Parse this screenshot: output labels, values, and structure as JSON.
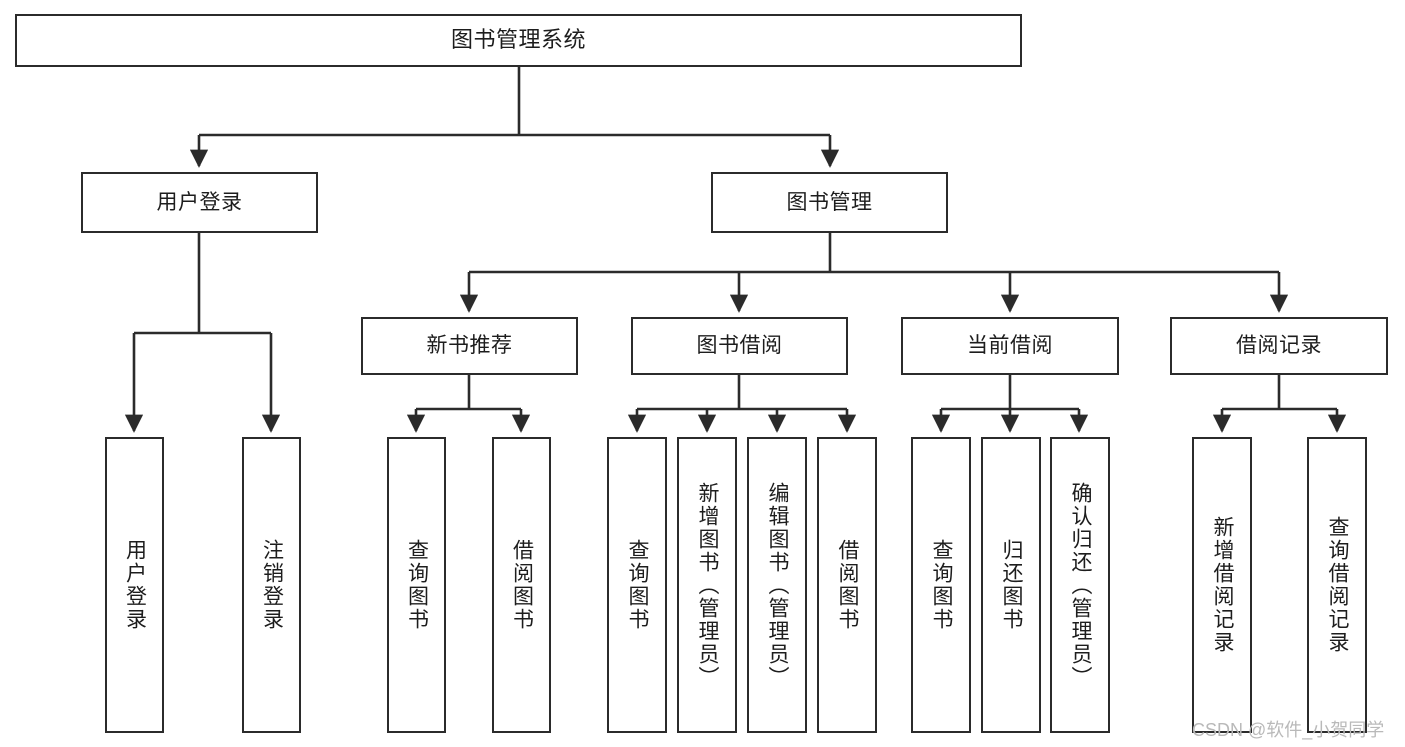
{
  "diagram": {
    "type": "tree",
    "title": "图书管理系统",
    "colors": {
      "node_border": "#2b2b2b",
      "node_fill": "#ffffff",
      "edge": "#2b2b2b",
      "text": "#1d1d1d",
      "watermark": "#b9b9b9",
      "background": "#ffffff"
    },
    "nodes": {
      "root": {
        "label": "图书管理系统"
      },
      "level2": [
        {
          "id": "user_login",
          "label": "用户登录"
        },
        {
          "id": "book_mgmt",
          "label": "图书管理"
        }
      ],
      "level3": [
        {
          "id": "new_book_rec",
          "label": "新书推荐"
        },
        {
          "id": "book_borrow",
          "label": "图书借阅"
        },
        {
          "id": "current_borrow",
          "label": "当前借阅"
        },
        {
          "id": "borrow_record",
          "label": "借阅记录"
        }
      ],
      "leaves": {
        "user_login": [
          {
            "id": "leaf_user_login",
            "label": "用户登录"
          },
          {
            "id": "leaf_logout",
            "label": "注销登录"
          }
        ],
        "new_book_rec": [
          {
            "id": "leaf_query_book_1",
            "label": "查询图书"
          },
          {
            "id": "leaf_borrow_book_1",
            "label": "借阅图书"
          }
        ],
        "book_borrow": [
          {
            "id": "leaf_query_book_2",
            "label": "查询图书"
          },
          {
            "id": "leaf_add_book",
            "label": "新增图书（管理员）"
          },
          {
            "id": "leaf_edit_book",
            "label": "编辑图书（管理员）"
          },
          {
            "id": "leaf_borrow_book_2",
            "label": "借阅图书"
          }
        ],
        "current_borrow": [
          {
            "id": "leaf_query_book_3",
            "label": "查询图书"
          },
          {
            "id": "leaf_return_book",
            "label": "归还图书"
          },
          {
            "id": "leaf_confirm_return",
            "label": "确认归还（管理员）"
          }
        ],
        "borrow_record": [
          {
            "id": "leaf_add_record",
            "label": "新增借阅记录"
          },
          {
            "id": "leaf_query_record",
            "label": "查询借阅记录"
          }
        ]
      }
    },
    "edges": [
      {
        "from": "图书管理系统",
        "to": "用户登录"
      },
      {
        "from": "图书管理系统",
        "to": "图书管理"
      },
      {
        "from": "用户登录",
        "to": "用户登录"
      },
      {
        "from": "用户登录",
        "to": "注销登录"
      },
      {
        "from": "图书管理",
        "to": "新书推荐"
      },
      {
        "from": "图书管理",
        "to": "图书借阅"
      },
      {
        "from": "图书管理",
        "to": "当前借阅"
      },
      {
        "from": "图书管理",
        "to": "借阅记录"
      },
      {
        "from": "新书推荐",
        "to": "查询图书"
      },
      {
        "from": "新书推荐",
        "to": "借阅图书"
      },
      {
        "from": "图书借阅",
        "to": "查询图书"
      },
      {
        "from": "图书借阅",
        "to": "新增图书（管理员）"
      },
      {
        "from": "图书借阅",
        "to": "编辑图书（管理员）"
      },
      {
        "from": "图书借阅",
        "to": "借阅图书"
      },
      {
        "from": "当前借阅",
        "to": "查询图书"
      },
      {
        "from": "当前借阅",
        "to": "归还图书"
      },
      {
        "from": "当前借阅",
        "to": "确认归还（管理员）"
      },
      {
        "from": "借阅记录",
        "to": "新增借阅记录"
      },
      {
        "from": "借阅记录",
        "to": "查询借阅记录"
      }
    ]
  },
  "watermark": {
    "text": "CSDN @软件_小贺同学"
  }
}
